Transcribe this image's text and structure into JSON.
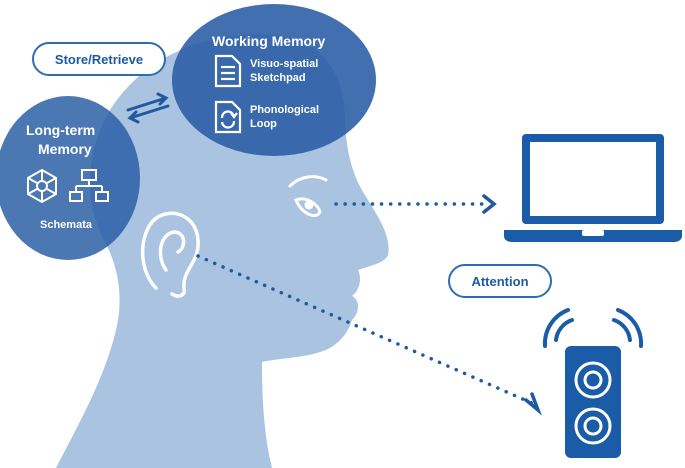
{
  "labels": {
    "store_retrieve": "Store/Retrieve",
    "working_memory": "Working Memory",
    "visuo_spatial_line1": "Visuo-spatial",
    "visuo_spatial_line2": "Sketchpad",
    "phonological_line1": "Phonological",
    "phonological_line2": "Loop",
    "long_term_line1": "Long-term",
    "long_term_line2": "Memory",
    "schemata": "Schemata",
    "attention": "Attention"
  },
  "colors": {
    "head": "#a9c3e0",
    "circle": "#2c5fa6",
    "accent": "#1f5aa0",
    "device": "#1a5ca8",
    "white": "#ffffff"
  },
  "icons": [
    "document-icon",
    "refresh-document-icon",
    "network-icon",
    "hierarchy-icon",
    "eye-icon",
    "ear-icon",
    "laptop-icon",
    "speaker-icon",
    "sound-wave-icon",
    "double-arrow-icon"
  ]
}
